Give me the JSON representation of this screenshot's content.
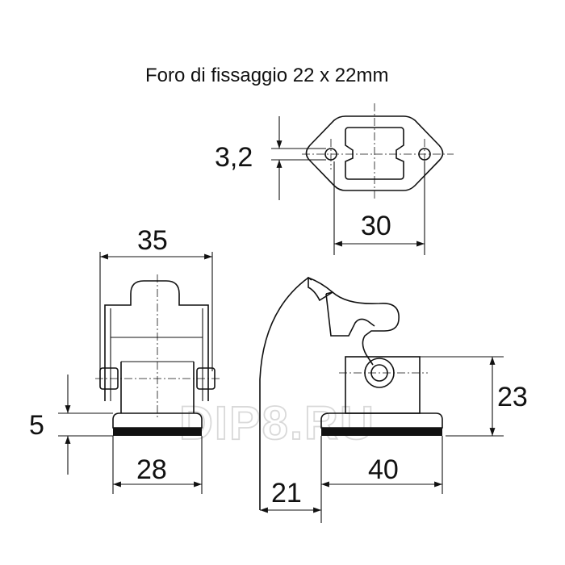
{
  "title": "Foro di fissaggio 22 x 22mm",
  "watermark": "DIP8.RU",
  "dimensions": {
    "hole_spacing": "3,2",
    "flange_width": "30",
    "hood_width": "35",
    "base_thickness": "5",
    "base_width": "28",
    "lever_offset": "21",
    "side_width": "40",
    "side_height": "23"
  },
  "colors": {
    "line": "#111111",
    "watermark": "#d9d9d9"
  }
}
